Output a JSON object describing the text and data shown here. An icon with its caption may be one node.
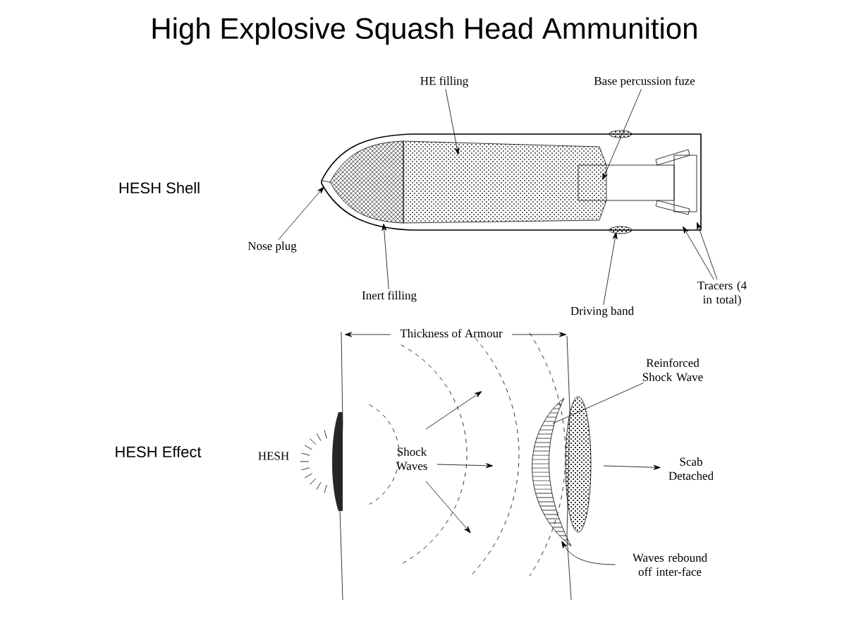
{
  "diagram": {
    "title": "High Explosive Squash Head Ammunition",
    "nodes": [
      {
        "text": [
          "HE filling"
        ]
      },
      {
        "text": [
          "Base percussion fuze"
        ]
      },
      {
        "text": [
          "Nose plug"
        ]
      },
      {
        "text": [
          "Inert filling"
        ]
      },
      {
        "text": [
          "Driving band"
        ]
      },
      {
        "text": [
          "Tracers (4 in total)"
        ]
      },
      {
        "text": [
          "Reinforced Shock Wave"
        ]
      },
      {
        "text": [
          "Waves rebound off inter-face"
        ]
      },
      {
        "text": [
          "Scab Detached"
        ]
      },
      {
        "text": [],
        "shape": "picture"
      },
      {
        "text": [],
        "shape": "picture"
      }
    ],
    "edges": [
      {
        "from": 0,
        "to": 9,
        "arrow": "to"
      },
      {
        "from": 1,
        "to": 9,
        "arrow": "to"
      },
      {
        "from": 2,
        "to": 9,
        "arrow": "to"
      },
      {
        "from": 3,
        "to": 9,
        "arrow": "to"
      },
      {
        "from": 4,
        "to": 9,
        "arrow": "to"
      },
      {
        "from": 5,
        "to": 9,
        "arrow": "to"
      },
      {
        "from": 5,
        "to": 9,
        "arrow": "to"
      },
      {
        "from": 6,
        "to": 10,
        "arrow": "none"
      },
      {
        "from": 7,
        "to": 10,
        "arrow": "to"
      },
      {
        "from": 10,
        "to": 8,
        "arrow": "to"
      }
    ],
    "labels": [
      "HESH Shell",
      "HESH Effect",
      "HESH",
      "Thickness of Armour",
      "Shock Waves"
    ]
  }
}
